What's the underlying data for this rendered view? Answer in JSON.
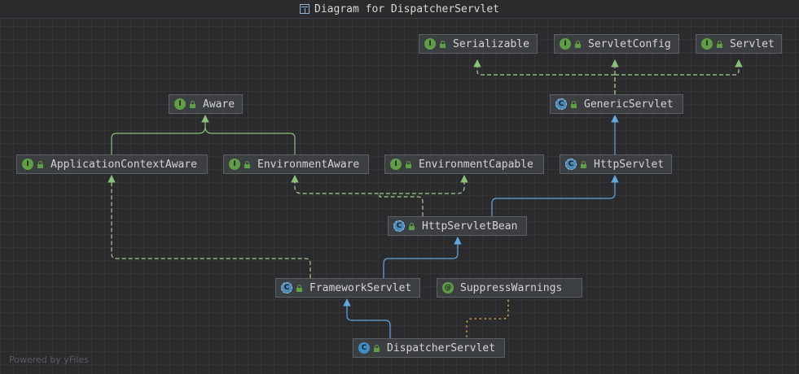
{
  "window": {
    "title": "Diagram for DispatcherServlet"
  },
  "nodes": {
    "serializable": {
      "label": "Serializable",
      "kind": "interface"
    },
    "servletconfig": {
      "label": "ServletConfig",
      "kind": "interface"
    },
    "servlet": {
      "label": "Servlet",
      "kind": "interface"
    },
    "aware": {
      "label": "Aware",
      "kind": "interface"
    },
    "genericservlet": {
      "label": "GenericServlet",
      "kind": "abstract-class"
    },
    "applicationcontextaware": {
      "label": "ApplicationContextAware",
      "kind": "interface"
    },
    "environmentaware": {
      "label": "EnvironmentAware",
      "kind": "interface"
    },
    "environmentcapable": {
      "label": "EnvironmentCapable",
      "kind": "interface"
    },
    "httpservlet": {
      "label": "HttpServlet",
      "kind": "abstract-class"
    },
    "httpservletbean": {
      "label": "HttpServletBean",
      "kind": "abstract-class"
    },
    "frameworkservlet": {
      "label": "FrameworkServlet",
      "kind": "abstract-class"
    },
    "suppresswarnings": {
      "label": "SuppressWarnings",
      "kind": "annotation"
    },
    "dispatcherservlet": {
      "label": "DispatcherServlet",
      "kind": "class"
    }
  },
  "colors": {
    "extends_edge": "#5fa8e0",
    "interface_extends_edge": "#8bc07a",
    "implements_edge": "#a7cf8f",
    "annotation_edge": "#d4a54a"
  },
  "footer": {
    "watermark": "Powered by yFiles"
  }
}
